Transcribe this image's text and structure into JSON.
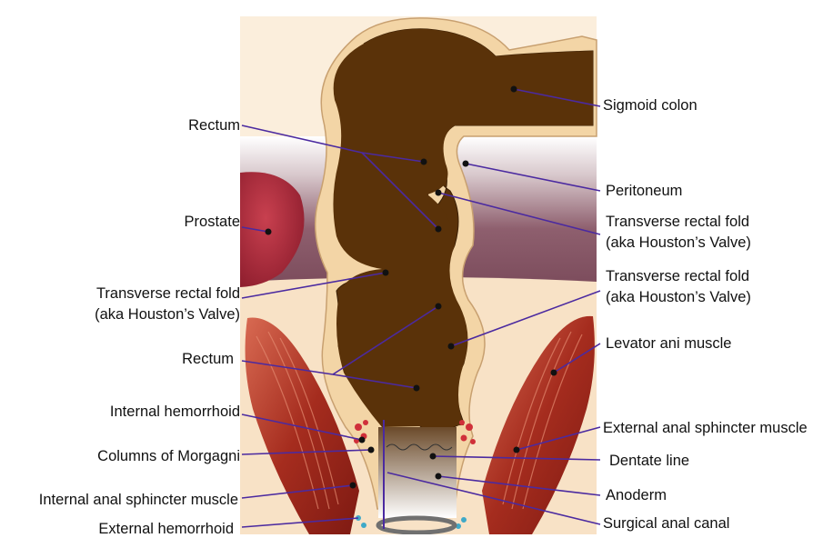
{
  "colors": {
    "stool": "#5a3209",
    "stool_edge": "#3a1f05",
    "wall": "#f3d5a6",
    "wall_edge": "#c8a070",
    "pelvis_top": "#b9a3a8",
    "pelvis_band": "#8e5f6e",
    "prostate": "#b52d3f",
    "muscle": "#a83222",
    "muscle_light": "#d65a45",
    "fat": "#f6dcc0",
    "anal_ring": "#707070",
    "leader": "#4b2aa0",
    "dot": "#111111"
  },
  "labels": {
    "sigmoid_colon": "Sigmoid colon",
    "rectum_top": "Rectum",
    "peritoneum": "Peritoneum",
    "prostate": "Prostate",
    "transverse_fold_1_line1": "Transverse rectal fold",
    "transverse_fold_1_line2": "(aka Houston’s Valve)",
    "transverse_fold_left_line1": "Transverse rectal fold",
    "transverse_fold_left_line2": "(aka Houston’s Valve)",
    "transverse_fold_2_line1": "Transverse rectal fold",
    "transverse_fold_2_line2": "(aka Houston’s Valve)",
    "levator_ani": "Levator ani muscle",
    "rectum_bottom": "Rectum",
    "internal_hemorrhoid": "Internal hemorrhoid",
    "external_sphincter": "External anal sphincter muscle",
    "columns_morgagni": "Columns of Morgagni",
    "dentate_line": "Dentate line",
    "internal_sphincter": "Internal anal sphincter muscle",
    "anoderm": "Anoderm",
    "external_hemorrhoid": "External hemorrhoid",
    "surgical_anal_canal": "Surgical anal canal"
  }
}
